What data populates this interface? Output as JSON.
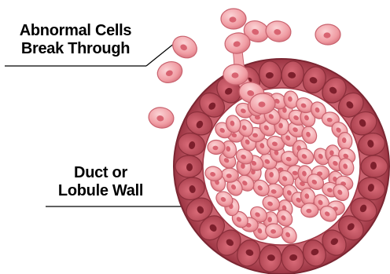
{
  "labels": {
    "abnormal_line1": "Abnormal Cells",
    "abnormal_line2": "Break Through",
    "wall_line1": "Duct or",
    "wall_line2": "Lobule Wall"
  },
  "colors": {
    "wall_cell": "#b84a57",
    "wall_cell_dark": "#8a2e3a",
    "wall_nucleus": "#7d1f2c",
    "inner_cell": "#f1a2a8",
    "inner_cell_edge": "#c8616d",
    "inner_nucleus": "#d86371",
    "lumen": "#ffffff"
  }
}
